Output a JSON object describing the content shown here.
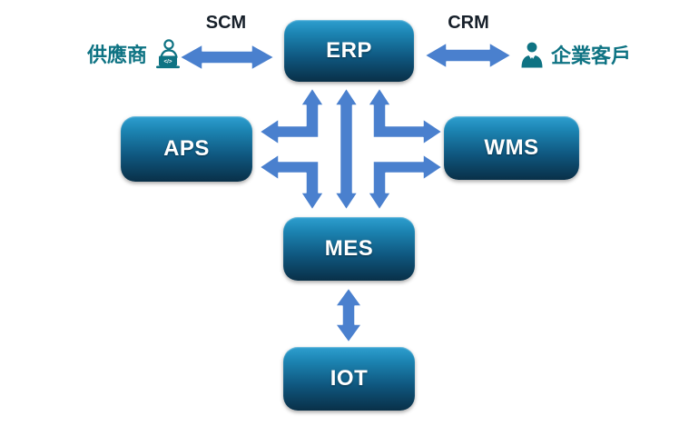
{
  "nodes": {
    "erp": {
      "label": "ERP"
    },
    "aps": {
      "label": "APS"
    },
    "wms": {
      "label": "WMS"
    },
    "mes": {
      "label": "MES"
    },
    "iot": {
      "label": "IOT"
    }
  },
  "externals": {
    "supplier": {
      "label": "供應商",
      "icon": "person-laptop-icon"
    },
    "customer": {
      "label": "企業客戶",
      "icon": "businessman-icon"
    }
  },
  "link_labels": {
    "scm": "SCM",
    "crm": "CRM"
  },
  "edges": [
    {
      "from": "supplier",
      "to": "ERP",
      "label": "SCM",
      "shape": "horizontal-double-arrow",
      "bidirectional": true
    },
    {
      "from": "ERP",
      "to": "customer",
      "label": "CRM",
      "shape": "horizontal-double-arrow",
      "bidirectional": true
    },
    {
      "from": "ERP",
      "to": "APS",
      "shape": "elbow-double-arrow",
      "bidirectional": true
    },
    {
      "from": "ERP",
      "to": "MES",
      "shape": "vertical-double-arrow",
      "bidirectional": true
    },
    {
      "from": "ERP",
      "to": "WMS",
      "shape": "elbow-double-arrow",
      "bidirectional": true
    },
    {
      "from": "APS",
      "to": "MES",
      "shape": "elbow-double-arrow",
      "bidirectional": true
    },
    {
      "from": "WMS",
      "to": "MES",
      "shape": "elbow-double-arrow",
      "bidirectional": true
    },
    {
      "from": "MES",
      "to": "IOT",
      "shape": "vertical-double-arrow",
      "bidirectional": true
    }
  ],
  "colors": {
    "node_gradient_top": "#2E9FD0",
    "node_gradient_bottom": "#093048",
    "node_text": "#FFFFFF",
    "arrow_fill": "#4A80CE",
    "arrow_outline": "#FFFFFF",
    "external_text": "#0E7383",
    "link_label_text": "#17202A",
    "background": "#FFFFFF"
  }
}
